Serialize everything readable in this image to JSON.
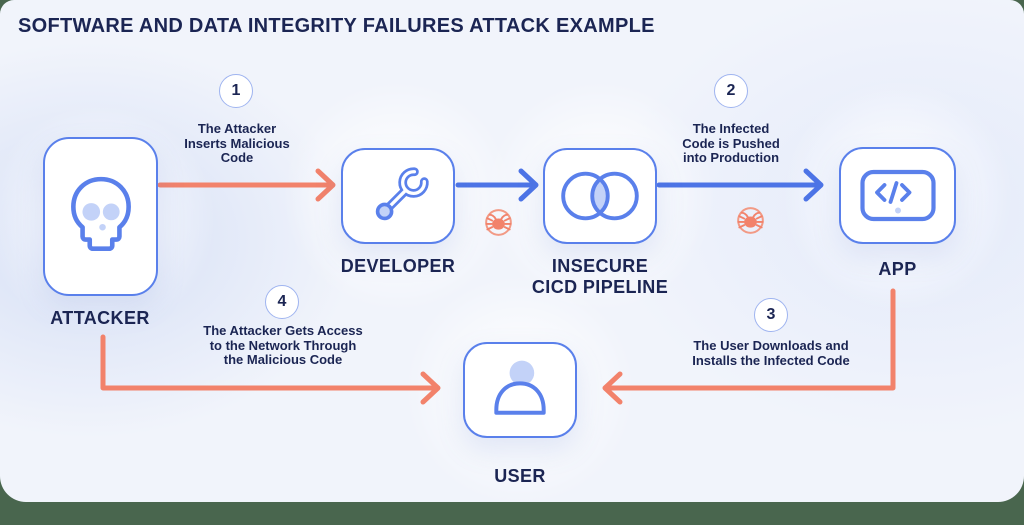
{
  "title": "SOFTWARE AND DATA INTEGRITY FAILURES ATTACK EXAMPLE",
  "nodes": [
    {
      "id": "attacker",
      "label": "ATTACKER",
      "icon": "skull-icon"
    },
    {
      "id": "developer",
      "label": "DEVELOPER",
      "icon": "wrench-icon"
    },
    {
      "id": "pipeline",
      "label_lines": [
        "INSECURE",
        "CICD PIPELINE"
      ],
      "icon": "venn-circles-icon"
    },
    {
      "id": "app",
      "label": "APP",
      "icon": "code-screen-icon"
    },
    {
      "id": "user",
      "label": "USER",
      "icon": "person-icon"
    }
  ],
  "steps": [
    {
      "number": "1",
      "lines": [
        "The Attacker",
        "Inserts Malicious",
        "Code"
      ]
    },
    {
      "number": "2",
      "lines": [
        "The Infected",
        "Code is Pushed",
        "into Production"
      ]
    },
    {
      "number": "3",
      "lines": [
        "The User Downloads and",
        "Installs the Infected Code"
      ]
    },
    {
      "number": "4",
      "lines": [
        "The Attacker Gets Access",
        "to the Network Through",
        "the Malicious Code"
      ]
    }
  ],
  "colors": {
    "outer_bg": "#49664E",
    "card_bg": "#F1F4FB",
    "navy": "#1B2553",
    "blue": "#5A80EB",
    "arrow_blue": "#4D74E6",
    "light_blue": "#C3D2F8",
    "salmon": "#F2826B",
    "bug_ring": "#F29A85",
    "circle_border": "#9FB4F0"
  }
}
